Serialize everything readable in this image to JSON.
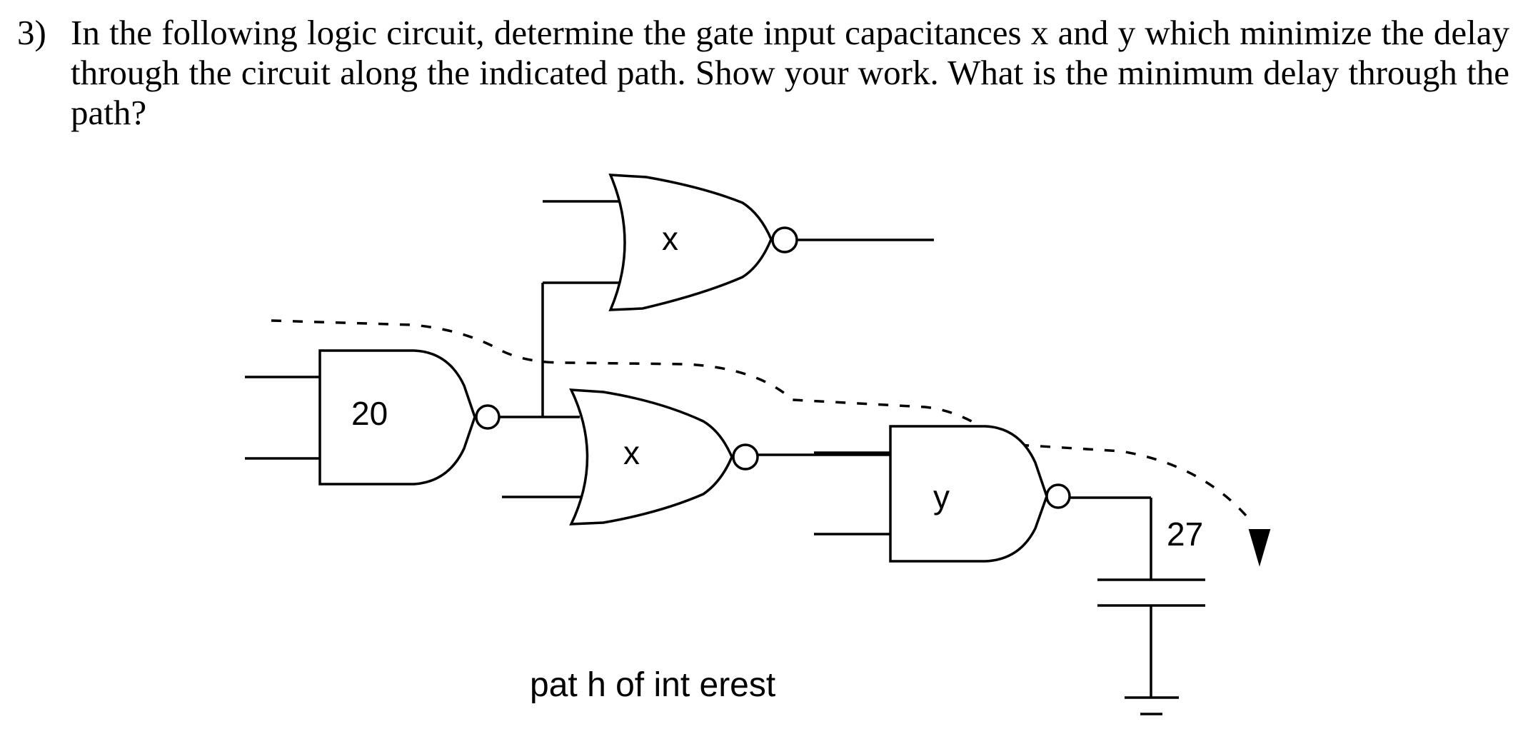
{
  "question": {
    "number": "3)",
    "text": "In the following logic circuit, determine the gate input capacitances x and y which minimize the delay through the circuit along the indicated path.  Show your work.  What is the minimum delay through the path?"
  },
  "circuit": {
    "nand1_label": "20",
    "nor_top_label": "x",
    "nor_mid_label": "x",
    "nand2_label": "y",
    "load_label": "27",
    "path_caption": "pat h of  int erest"
  }
}
